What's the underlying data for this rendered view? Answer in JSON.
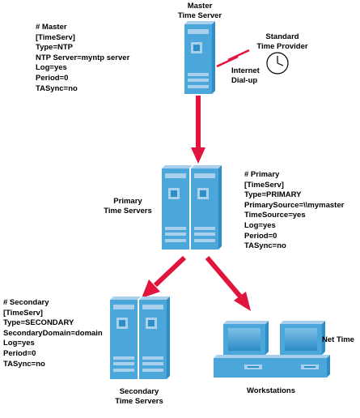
{
  "master": {
    "label_lines": [
      "Master",
      "Time Server"
    ],
    "config_lines": [
      "# Master",
      "[TimeServ]",
      "Type=NTP",
      "NTP Server=myntp server",
      "Log=yes",
      "Period=0",
      "TASync=no"
    ]
  },
  "standard_provider": {
    "label_lines": [
      "Standard",
      "Time Provider"
    ],
    "link_lines": [
      "Internet",
      "Dial-up"
    ]
  },
  "primary": {
    "label_lines": [
      "Primary",
      "Time Servers"
    ],
    "config_lines": [
      "# Primary",
      "[TimeServ]",
      "Type=PRIMARY",
      "PrimarySource=\\\\mymaster",
      "TimeSource=yes",
      "Log=yes",
      "Period=0",
      "TASync=no"
    ]
  },
  "secondary": {
    "label_lines": [
      "Secondary",
      "Time Servers"
    ],
    "config_lines": [
      "# Secondary",
      "[TimeServ]",
      "Type=SECONDARY",
      "SecondaryDomain=domain",
      "Log=yes",
      "Period=0",
      "TASync=no"
    ]
  },
  "workstations": {
    "label": "Workstations",
    "command": "Net Time"
  },
  "colors": {
    "server_light": "#a8d0ec",
    "server_mid": "#4ba6d9",
    "server_dark": "#2e8cc7",
    "arrow": "#e0143c",
    "lightning": "#e0143c"
  }
}
